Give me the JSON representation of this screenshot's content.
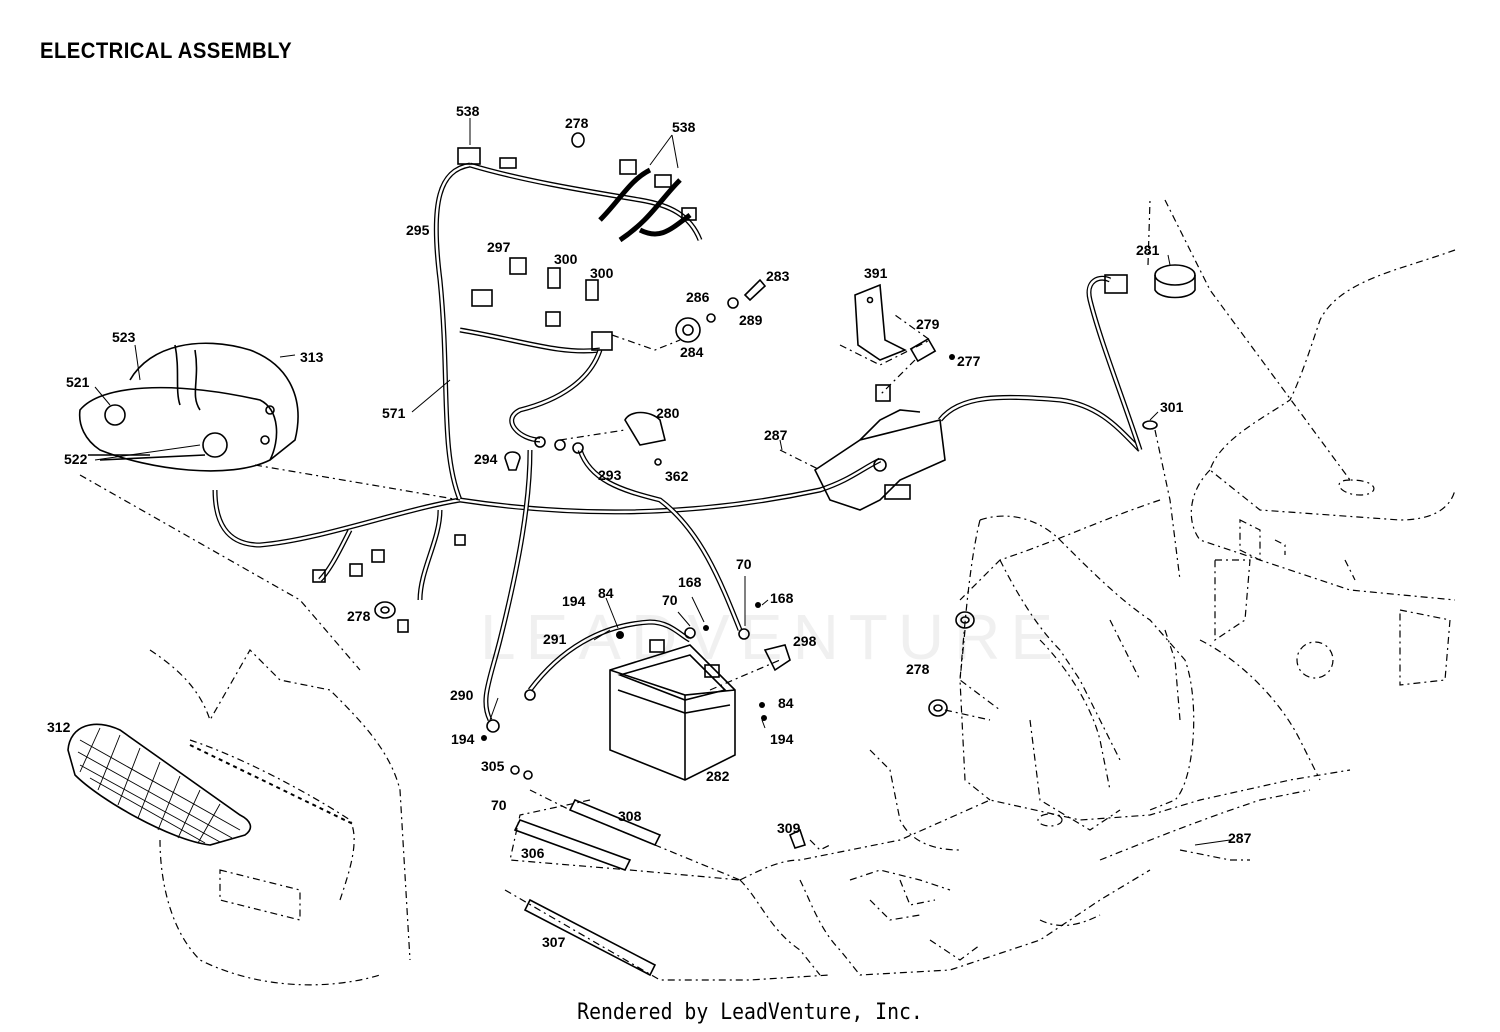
{
  "title": "ELECTRICAL ASSEMBLY",
  "footer": "Rendered by LeadVenture, Inc.",
  "watermark": "LEADVENTURE",
  "callouts": [
    {
      "id": "c538a",
      "text": "538"
    },
    {
      "id": "c278a",
      "text": "278"
    },
    {
      "id": "c538b",
      "text": "538"
    },
    {
      "id": "c295",
      "text": "295"
    },
    {
      "id": "c297",
      "text": "297"
    },
    {
      "id": "c300a",
      "text": "300"
    },
    {
      "id": "c300b",
      "text": "300"
    },
    {
      "id": "c283",
      "text": "283"
    },
    {
      "id": "c286",
      "text": "286"
    },
    {
      "id": "c289",
      "text": "289"
    },
    {
      "id": "c284",
      "text": "284"
    },
    {
      "id": "c391",
      "text": "391"
    },
    {
      "id": "c279",
      "text": "279"
    },
    {
      "id": "c277",
      "text": "277"
    },
    {
      "id": "c281",
      "text": "281"
    },
    {
      "id": "c301",
      "text": "301"
    },
    {
      "id": "c523",
      "text": "523"
    },
    {
      "id": "c313",
      "text": "313"
    },
    {
      "id": "c521",
      "text": "521"
    },
    {
      "id": "c522",
      "text": "522"
    },
    {
      "id": "c571",
      "text": "571"
    },
    {
      "id": "c280",
      "text": "280"
    },
    {
      "id": "c287a",
      "text": "287"
    },
    {
      "id": "c294",
      "text": "294"
    },
    {
      "id": "c293",
      "text": "293"
    },
    {
      "id": "c362",
      "text": "362"
    },
    {
      "id": "c278b",
      "text": "278"
    },
    {
      "id": "c194a",
      "text": "194"
    },
    {
      "id": "c84a",
      "text": "84"
    },
    {
      "id": "c70a",
      "text": "70"
    },
    {
      "id": "c168a",
      "text": "168"
    },
    {
      "id": "c70b",
      "text": "70"
    },
    {
      "id": "c168b",
      "text": "168"
    },
    {
      "id": "c291",
      "text": "291"
    },
    {
      "id": "c298",
      "text": "298"
    },
    {
      "id": "c278c",
      "text": "278"
    },
    {
      "id": "c290",
      "text": "290"
    },
    {
      "id": "c84b",
      "text": "84"
    },
    {
      "id": "c194b",
      "text": "194"
    },
    {
      "id": "c194c",
      "text": "194"
    },
    {
      "id": "c312",
      "text": "312"
    },
    {
      "id": "c282",
      "text": "282"
    },
    {
      "id": "c305",
      "text": "305"
    },
    {
      "id": "c70c",
      "text": "70"
    },
    {
      "id": "c308",
      "text": "308"
    },
    {
      "id": "c309",
      "text": "309"
    },
    {
      "id": "c306",
      "text": "306"
    },
    {
      "id": "c287b",
      "text": "287"
    },
    {
      "id": "c307",
      "text": "307"
    }
  ]
}
